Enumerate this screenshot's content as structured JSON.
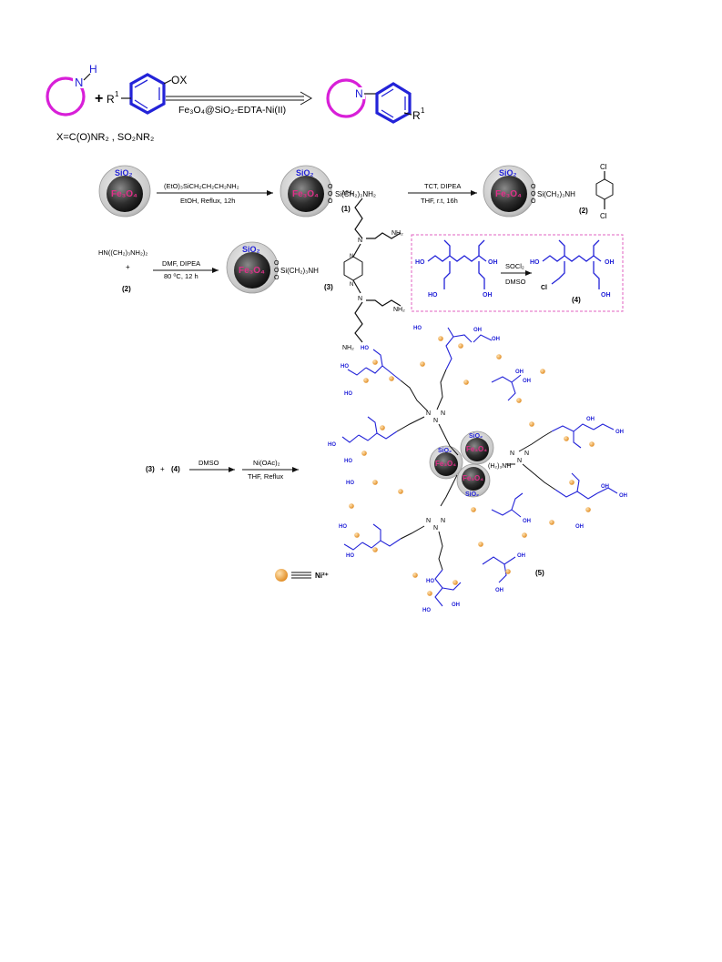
{
  "top_reaction": {
    "amine_n": "N",
    "amine_h": "H",
    "plus": "+",
    "r1": "R",
    "r1_sup": "1",
    "ox": "OX",
    "catalyst": "Fe₃O₄@SiO₂-EDTA-Ni(II)",
    "product_n": "N",
    "product_r1": "R",
    "product_r1_sup": "1",
    "x_def": "X=C(O)NR₂ , SO₂NR₂"
  },
  "particle": {
    "shell_label": "SiO₂",
    "core_label": "Fe₃O₄"
  },
  "step1": {
    "reagent_top": "(EtO)₃SiCH₂CH₂CH₂NH₂",
    "reagent_bottom": "EtOH, Reflux, 12h",
    "product_linker": "Si(CH₂)₃NH₂",
    "product_number": "(1)"
  },
  "step2": {
    "reagent_top": "TCT, DIPEA",
    "reagent_bottom": "THF, r.t, 16h",
    "product_linker": "Si(CH₂)₃NH",
    "cl_top": "Cl",
    "cl_bottom": "Cl",
    "product_number": "(2)"
  },
  "step3": {
    "reactant": "HN((CH₂)₃NH₂)₂",
    "plus": "+",
    "reactant2": "(2)",
    "reagent_top": "DMF, DIPEA",
    "reagent_bottom": "80 ⁰C, 12 h",
    "product_linker": "Si(CH₂)₃NH",
    "nh2": "NH₂",
    "product_number": "(3)"
  },
  "step4": {
    "ho": "HO",
    "oh": "OH",
    "cl": "Cl",
    "reagent_top": "SOCl₂",
    "reagent_bottom": "DMSO",
    "product_number": "(4)"
  },
  "step5": {
    "left_label": "(3)",
    "plus": "+",
    "right_label": "(4)",
    "reagent1": "DMSO",
    "reagent2_top": "Ni(OAc)₂",
    "reagent2_bottom": "THF, Reflux",
    "product_number": "(5)",
    "core_fragment": "(H₂)₃NH",
    "legend_label": "Ni²⁺"
  },
  "colors": {
    "magenta": "#d81fd8",
    "blue": "#2323d8",
    "nickel": "#f0a040",
    "core_label": "#e0308a"
  }
}
